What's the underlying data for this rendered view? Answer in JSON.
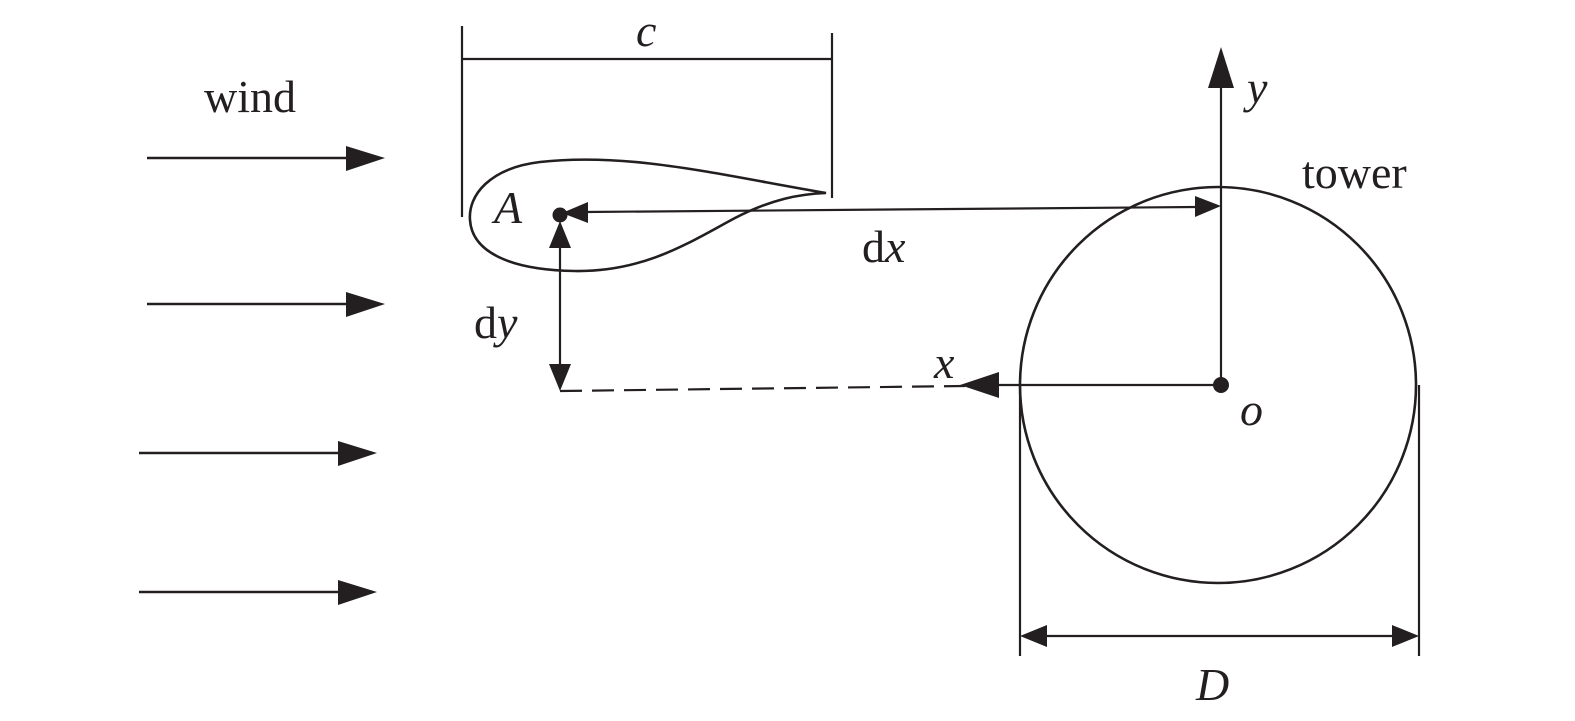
{
  "labels": {
    "wind": "wind",
    "chord": "c",
    "point_a": "A",
    "dx_prefix": "d",
    "dx_var": "x",
    "dy_prefix": "d",
    "dy_var": "y",
    "axis_x": "x",
    "axis_y": "y",
    "origin": "o",
    "tower": "tower",
    "diameter": "D"
  },
  "colors": {
    "ink": "#231f20",
    "background": "#ffffff"
  },
  "icons": {
    "arrowhead": "filled-triangle-arrowhead",
    "point_marker": "filled-dot"
  }
}
